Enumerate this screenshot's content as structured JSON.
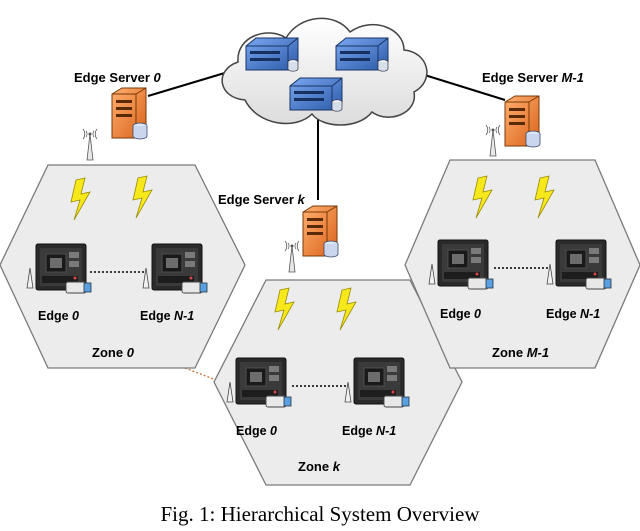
{
  "cloud": {
    "server_count": 3
  },
  "edge_servers": [
    {
      "label": "Edge Server",
      "index": "0"
    },
    {
      "label": "Edge Server",
      "index": "k"
    },
    {
      "label": "Edge Server",
      "index": "M-1"
    }
  ],
  "zones": [
    {
      "label": "Zone",
      "index": "0",
      "left_device": {
        "label": "Edge",
        "index": "0"
      },
      "right_device": {
        "label": "Edge",
        "index": "N-1"
      }
    },
    {
      "label": "Zone",
      "index": "k",
      "left_device": {
        "label": "Edge",
        "index": "0"
      },
      "right_device": {
        "label": "Edge",
        "index": "N-1"
      }
    },
    {
      "label": "Zone",
      "index": "M-1",
      "left_device": {
        "label": "Edge",
        "index": "0"
      },
      "right_device": {
        "label": "Edge",
        "index": "N-1"
      }
    }
  ],
  "caption": "Fig. 1: Hierarchical System Overview",
  "colors": {
    "hexagon_fill": "#ececec",
    "hexagon_stroke": "#7a7a7a",
    "edge_server_orange": "#f07a26",
    "cloud_server_blue": "#3d6fc4",
    "lightning_yellow": "#f7e81c",
    "zone_link_orange": "#c8743a"
  }
}
